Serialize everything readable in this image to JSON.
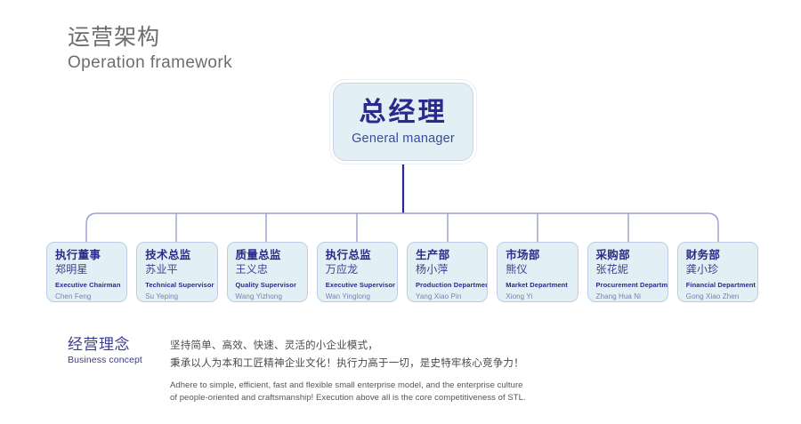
{
  "header": {
    "title_cn": "运营架构",
    "title_en": "Operation framework"
  },
  "manager": {
    "title_cn": "总经理",
    "title_en": "General manager"
  },
  "departments": [
    {
      "cn_title": "执行董事",
      "cn_name": "郑明星",
      "en_title": "Executive Chairman",
      "en_name": "Chen Feng"
    },
    {
      "cn_title": "技术总监",
      "cn_name": "苏业平",
      "en_title": "Technical Supervisor",
      "en_name": "Su Yeping"
    },
    {
      "cn_title": "质量总监",
      "cn_name": "王义忠",
      "en_title": "Quality Supervisor",
      "en_name": "Wang Yizhong"
    },
    {
      "cn_title": "执行总监",
      "cn_name": "万应龙",
      "en_title": "Executive Supervisor",
      "en_name": "Wan Yinglong"
    },
    {
      "cn_title": "生产部",
      "cn_name": "杨小萍",
      "en_title": "Production Department",
      "en_name": "Yang Xiao Pin"
    },
    {
      "cn_title": "市场部",
      "cn_name": "熊仪",
      "en_title": "Market Department",
      "en_name": "Xiong Yi"
    },
    {
      "cn_title": "采购部",
      "cn_name": "张花妮",
      "en_title": "Procurement Department",
      "en_name": "Zhang Hua Ni"
    },
    {
      "cn_title": "财务部",
      "cn_name": "龚小珍",
      "en_title": "Financial Department",
      "en_name": "Gong Xiao Zhen"
    }
  ],
  "concept": {
    "label_cn": "经营理念",
    "label_en": "Business concept",
    "cn_line1": "坚持简单、高效、快速、灵活的小企业模式，",
    "cn_line2": "秉承以人为本和工匠精神企业文化！执行力高于一切，是史特牢核心竞争力！",
    "en_line1": "Adhere to simple, efficient, fast and flexible small enterprise model, and the enterprise culture",
    "en_line2": "of people-oriented and craftsmanship! Execution above all is the core competitiveness of STL."
  },
  "colors": {
    "background": "#ffffff",
    "node_fill": "#e2eff4",
    "node_border": "#c3cbe4",
    "accent_navy": "#2a2a8c",
    "connector_light": "#9a9fce",
    "connector_trunk": "#2a2a8c",
    "title_gray": "#6d6d6d"
  }
}
